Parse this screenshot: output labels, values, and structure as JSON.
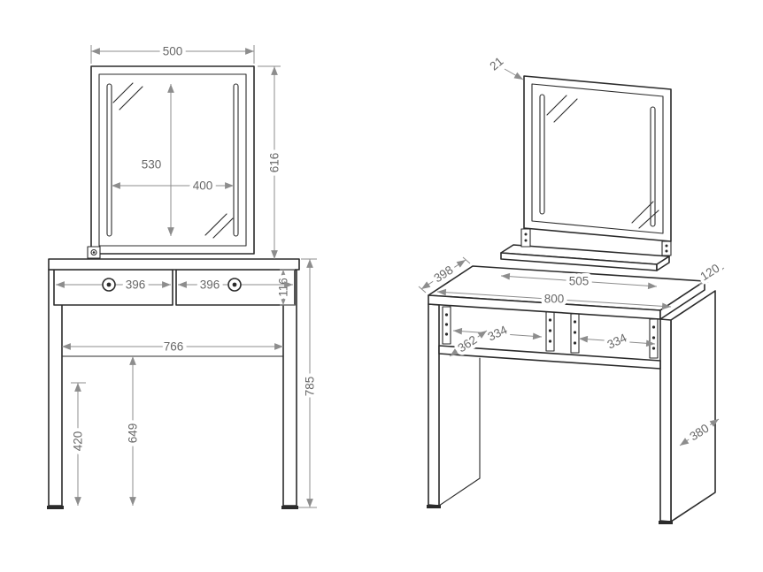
{
  "colors": {
    "outline": "#2b2b2b",
    "dimension_line": "#8d8d8d",
    "dimension_text": "#686868",
    "background": "#ffffff"
  },
  "front_view": {
    "dims": {
      "mirror_width": "500",
      "glass_height": "530",
      "glass_width": "400",
      "mirror_total_height": "616",
      "apron_height": "116",
      "drawer_left_width": "396",
      "drawer_right_width": "396",
      "inner_width": "766",
      "total_height": "785",
      "clearance_height": "420",
      "underframe_height": "649"
    }
  },
  "side_view": {
    "dims": {
      "mirror_frame_thickness": "21",
      "top_depth": "398",
      "mirror_base_width": "505",
      "back_edge_depth": "120",
      "top_width": "800",
      "niche_left_width": "334",
      "niche_right_width": "334",
      "niche_depth": "362",
      "side_panel_depth": "380"
    }
  }
}
